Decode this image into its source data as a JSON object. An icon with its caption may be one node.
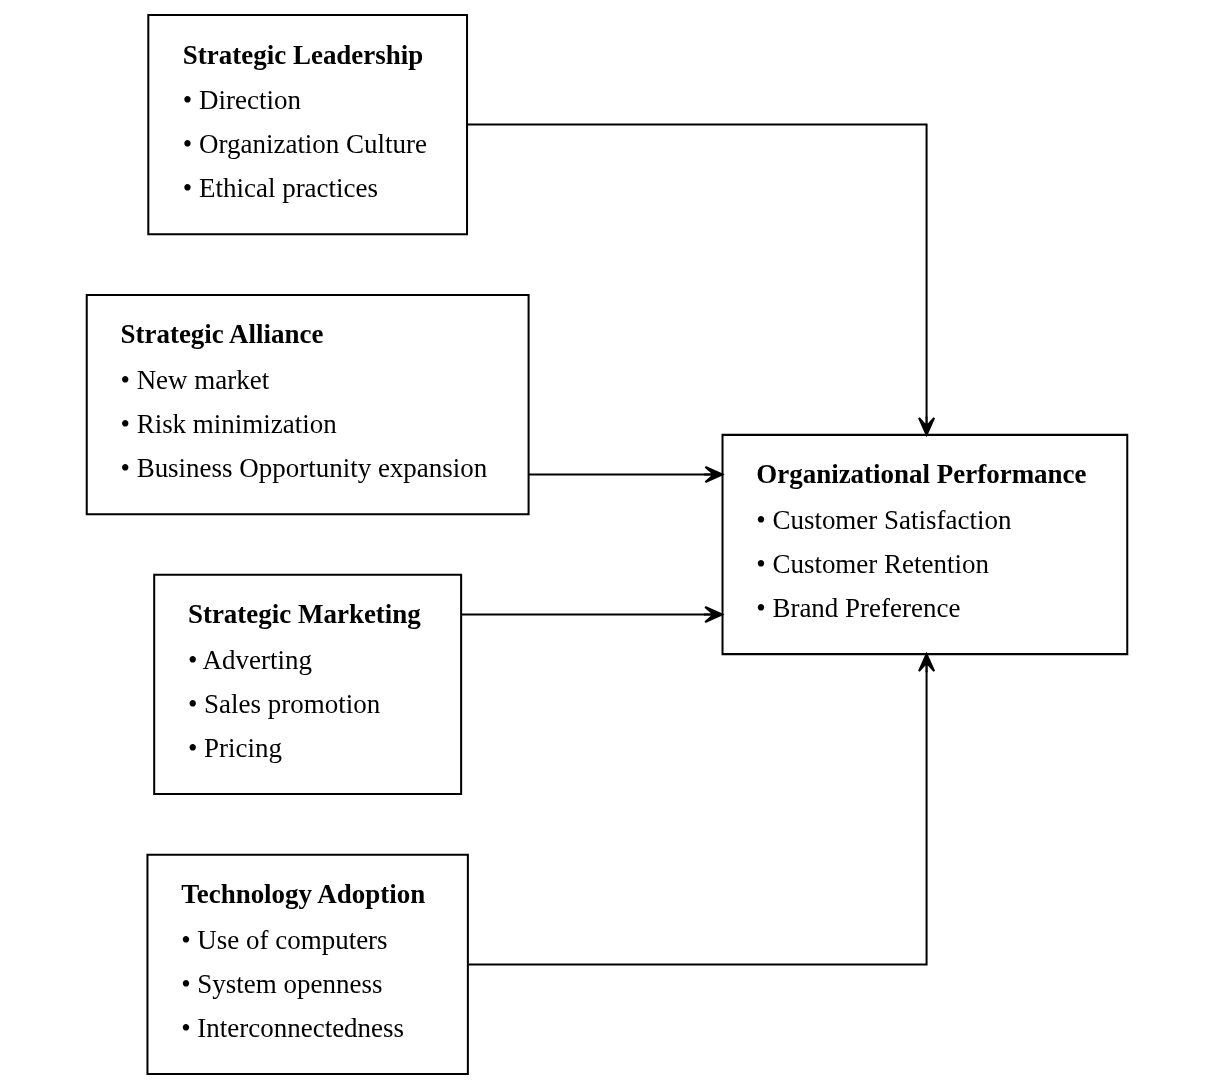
{
  "diagram": {
    "nodes": [
      {
        "text": [
          "Strategic Leadership",
          "• Direction",
          "• Organization Culture",
          "• Ethical practices"
        ]
      },
      {
        "text": [
          "Strategic Alliance",
          "• New market",
          "• Risk minimization",
          "• Business Opportunity expansion"
        ]
      },
      {
        "text": [
          "Strategic Marketing",
          "• Adverting",
          "• Sales promotion",
          "• Pricing"
        ]
      },
      {
        "text": [
          "Technology Adoption",
          "• Use of computers",
          "• System openness",
          "• Interconnectedness"
        ]
      },
      {
        "text": [
          "Organizational Performance",
          "• Customer Satisfaction",
          "• Customer Retention",
          "• Brand Preference"
        ]
      }
    ],
    "edges": [
      {
        "from": 0,
        "to": 4,
        "arrow": "to"
      },
      {
        "from": 1,
        "to": 4,
        "arrow": "to"
      },
      {
        "from": 2,
        "to": 4,
        "arrow": "to"
      },
      {
        "from": 3,
        "to": 4,
        "arrow": "to"
      }
    ]
  }
}
